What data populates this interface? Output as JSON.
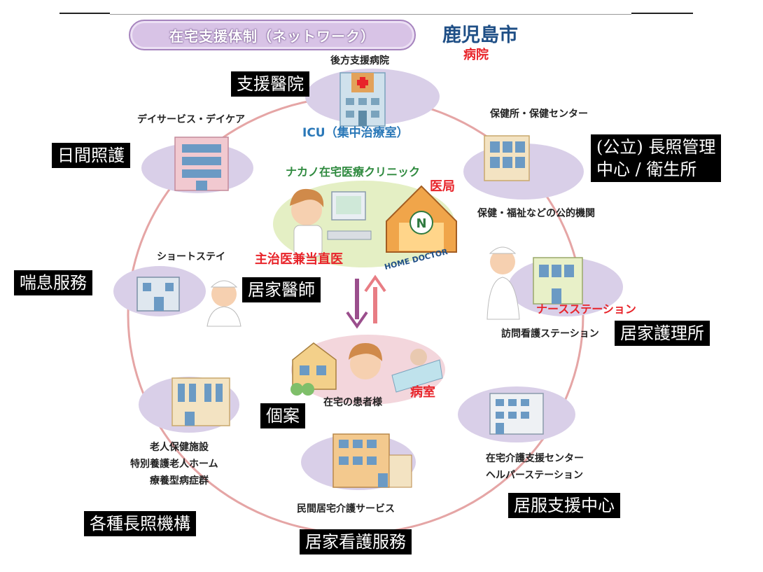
{
  "header": {
    "title": "在宅支援体制（ネットワーク）",
    "city": "鹿児島市",
    "hospital_tag": "病院"
  },
  "nodes": {
    "backup_hospital": {
      "label": "後方支援病院",
      "icu": "ICU（集中治療室）"
    },
    "day_service": {
      "label": "デイサービス・デイケア"
    },
    "health_center": {
      "label": "保健所・保健センター",
      "sublabel": "保健・福祉などの公的機関"
    },
    "clinic": {
      "label": "ナカノ在宅医療クリニック",
      "tag": "医局",
      "doctor": "主治医兼当直医",
      "home_doctor": "HOME DOCTOR"
    },
    "short_stay": {
      "label": "ショートステイ"
    },
    "nurse_station": {
      "tag": "ナースステーション",
      "label": "訪問看護ステーション"
    },
    "patient_home": {
      "label": "在宅の患者様",
      "tag": "病室"
    },
    "elder_facilities": {
      "lines": [
        "老人保健施設",
        "特別養護老人ホーム",
        "療養型病症群"
      ]
    },
    "private_care": {
      "label": "民間居宅介護サービス"
    },
    "care_support": {
      "lines": [
        "在宅介護支援センター",
        "ヘルパーステーション"
      ]
    }
  },
  "overlays": {
    "support_hospital": "支援醫院",
    "day_care": "日間照護",
    "public_center_line1": "(公立) 長照管理",
    "public_center_line2": "中心 / 衛生所",
    "respite": "喘息服務",
    "home_physician": "居家醫師",
    "home_nursing_station": "居家護理所",
    "case": "個案",
    "care_support_center": "居服支援中心",
    "ltc_institutions": "各種長照機構",
    "home_care_service": "居家看護服務"
  },
  "colors": {
    "ring": "#e5a5a5",
    "node_ellipse": "#d9cfe8",
    "title_pill": "#d8c3e6",
    "city": "#1f4f86",
    "red_text": "#e8242a",
    "arrow_down": "#9a4e8c",
    "arrow_up": "#e87d84",
    "building": "#e2a25a"
  }
}
